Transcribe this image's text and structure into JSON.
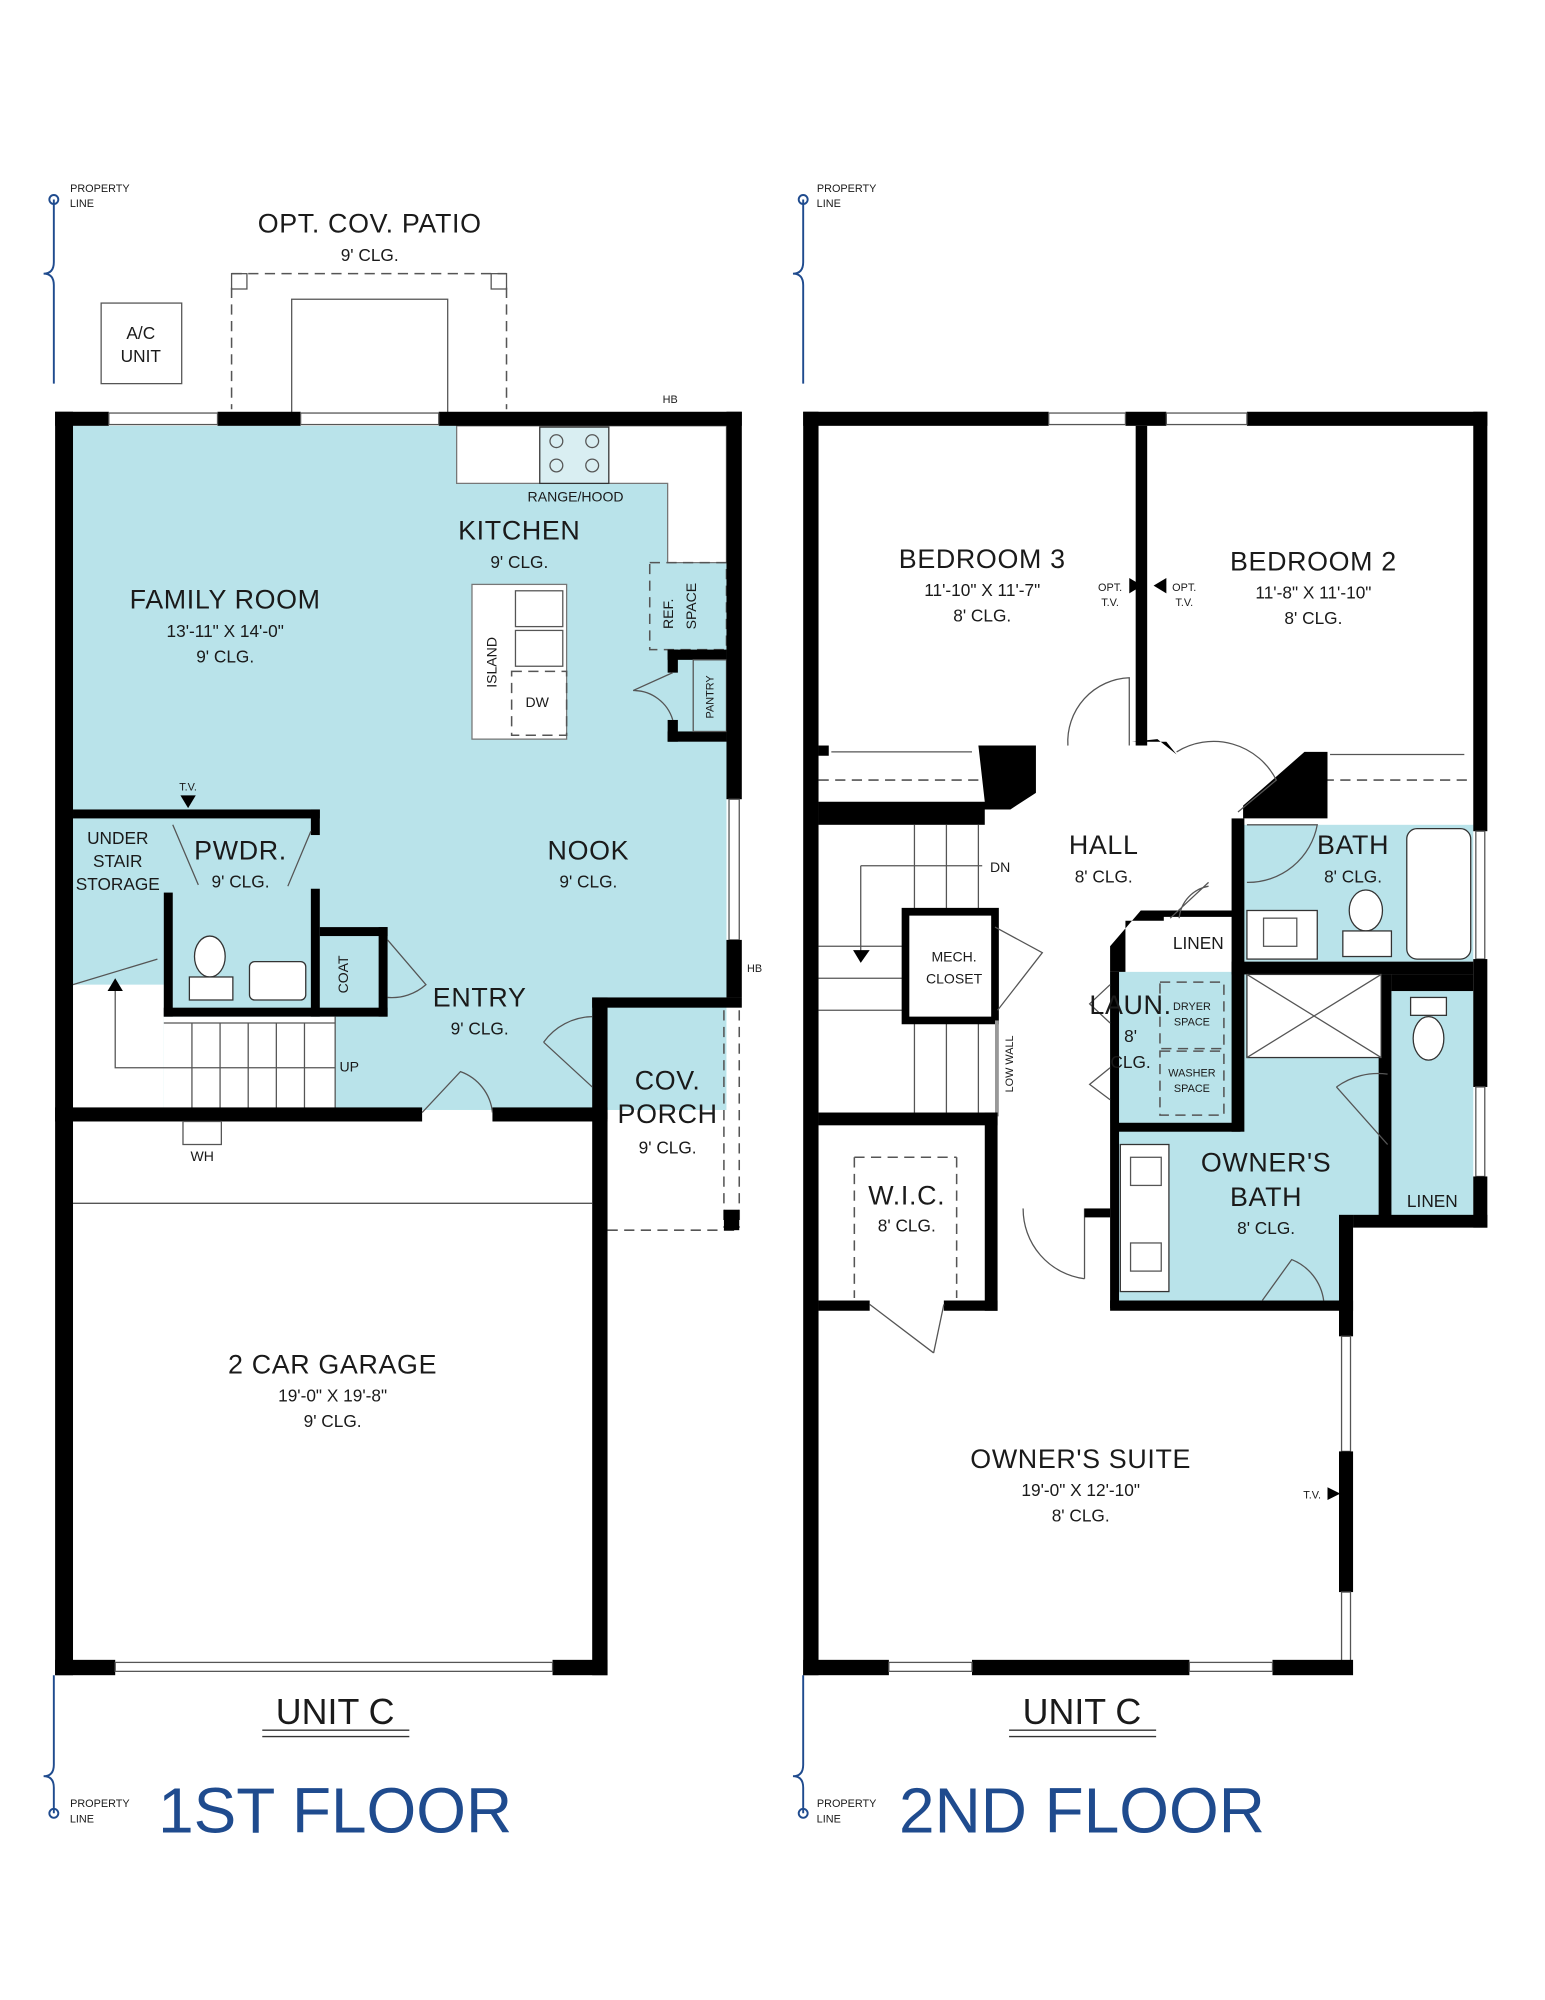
{
  "colors": {
    "room_fill": "#b9e3ea",
    "wall": "#000000",
    "title": "#1f4b8e",
    "property_line": "#1f4b8e"
  },
  "property_line": {
    "line1": "PROPERTY",
    "line2": "LINE"
  },
  "floor1": {
    "title": "1ST FLOOR",
    "unit": "UNIT C",
    "patio": {
      "name": "OPT. COV. PATIO",
      "clg": "9' CLG."
    },
    "ac": {
      "line1": "A/C",
      "line2": "UNIT"
    },
    "kitchen": {
      "name": "KITCHEN",
      "clg": "9' CLG.",
      "range": "RANGE/HOOD",
      "island": "ISLAND",
      "dw": "DW",
      "ref1": "REF.",
      "ref2": "SPACE",
      "pantry": "PANTRY"
    },
    "family": {
      "name": "FAMILY ROOM",
      "dims": "13'-11\" X 14'-0\"",
      "clg": "9' CLG."
    },
    "nook": {
      "name": "NOOK",
      "clg": "9' CLG."
    },
    "pwdr": {
      "name": "PWDR.",
      "clg": "9' CLG."
    },
    "under_stair": {
      "line1": "UNDER",
      "line2": "STAIR",
      "line3": "STORAGE"
    },
    "entry": {
      "name": "ENTRY",
      "clg": "9' CLG."
    },
    "coat": "COAT",
    "porch": {
      "line1": "COV.",
      "line2": "PORCH",
      "clg": "9' CLG."
    },
    "garage": {
      "name": "2 CAR GARAGE",
      "dims": "19'-0\" X 19'-8\"",
      "clg": "9' CLG."
    },
    "tv": "T.V.",
    "up": "UP",
    "wh": "WH",
    "hb": "HB"
  },
  "floor2": {
    "title": "2ND FLOOR",
    "unit": "UNIT C",
    "bed3": {
      "name": "BEDROOM 3",
      "dims": "11'-10\" X 11'-7\"",
      "clg": "8' CLG."
    },
    "bed2": {
      "name": "BEDROOM 2",
      "dims": "11'-8\" X 11'-10\"",
      "clg": "8' CLG."
    },
    "opt_tv": {
      "line1": "OPT.",
      "line2": "T.V."
    },
    "hall": {
      "name": "HALL",
      "clg": "8' CLG."
    },
    "bath": {
      "name": "BATH",
      "clg": "8' CLG."
    },
    "linen": "LINEN",
    "mech": {
      "line1": "MECH.",
      "line2": "CLOSET"
    },
    "dn": "DN",
    "low_wall": "LOW WALL",
    "laun": {
      "name": "LAUN.",
      "clg1": "8'",
      "clg2": "CLG.",
      "dryer1": "DRYER",
      "dryer2": "SPACE",
      "washer1": "WASHER",
      "washer2": "SPACE"
    },
    "owners_bath": {
      "line1": "OWNER'S",
      "line2": "BATH",
      "clg": "8' CLG."
    },
    "wic": {
      "name": "W.I.C.",
      "clg": "8' CLG."
    },
    "owners_suite": {
      "name": "OWNER'S SUITE",
      "dims": "19'-0\" X 12'-10\"",
      "clg": "8' CLG."
    },
    "tv": "T.V."
  }
}
